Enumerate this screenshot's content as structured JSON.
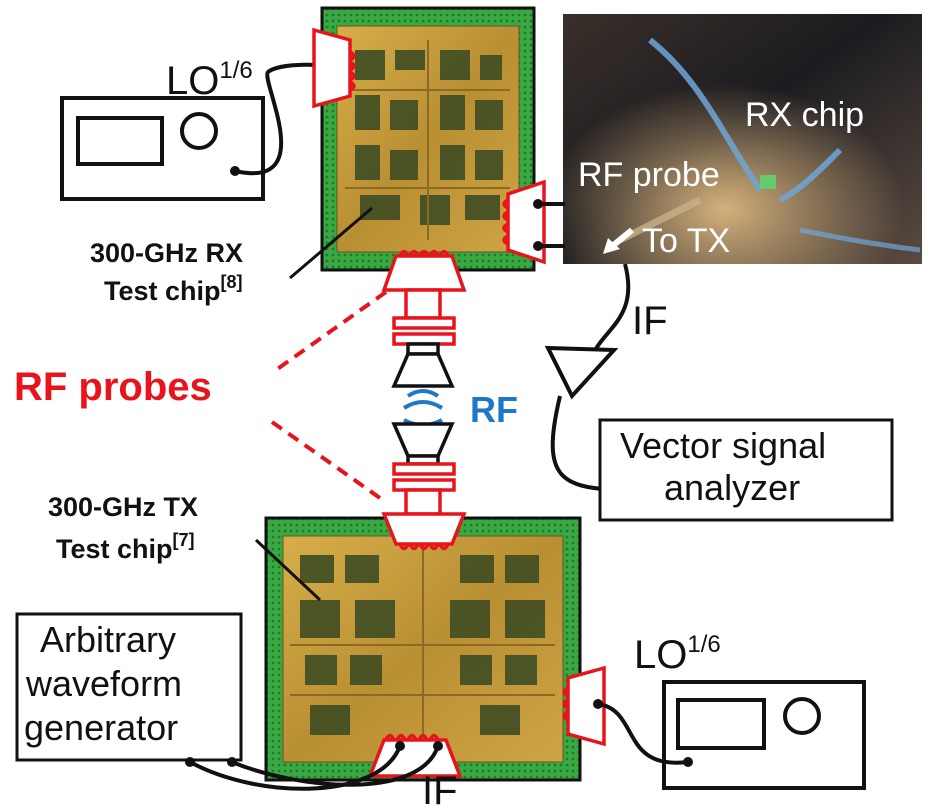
{
  "labels": {
    "lo_top": "LO",
    "lo_top_sup": "1/6",
    "lo_bottom": "LO",
    "lo_bottom_sup": "1/6",
    "rx_chip_line1": "300-GHz RX",
    "rx_chip_line2": "Test chip",
    "rx_chip_ref": "[8]",
    "tx_chip_line1": "300-GHz TX",
    "tx_chip_line2": "Test chip",
    "tx_chip_ref": "[7]",
    "rf_probes": "RF probes",
    "rf": "RF",
    "if_top": "IF",
    "if_bottom": "IF",
    "vsa_line1": "Vector signal",
    "vsa_line2": "analyzer",
    "awg_line1": "Arbitrary",
    "awg_line2": "waveform",
    "awg_line3": "generator"
  },
  "photo": {
    "rx_chip": "RX chip",
    "rf_probe": "RF probe",
    "to_tx": "To TX"
  },
  "colors": {
    "probe_red": "#e8141b",
    "rf_blue": "#1f77c8",
    "chip_green": "#2fa83a",
    "die_gold": "#c9a23c",
    "die_dark": "#3d4a22"
  }
}
